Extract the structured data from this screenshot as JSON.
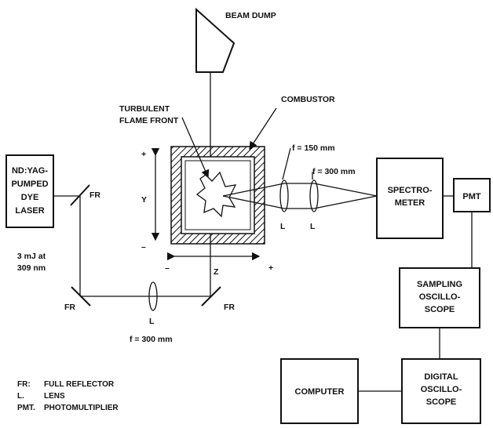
{
  "labels": {
    "beam_dump": "BEAM DUMP",
    "turbulent_1": "TURBULENT",
    "turbulent_2": "FLAME FRONT",
    "combustor": "COMBUSTOR",
    "f150": "f = 150 mm",
    "f300_top": "f = 300 mm",
    "f300_bottom": "f = 300 mm",
    "laser": [
      "ND:YAG-",
      "PUMPED",
      "DYE",
      "LASER"
    ],
    "laser_energy": [
      "3 mJ at",
      "309 nm"
    ],
    "spectrometer": [
      "SPECTRO-",
      "METER"
    ],
    "pmt": "PMT",
    "sampling": [
      "SAMPLING",
      "OSCILLO-",
      "SCOPE"
    ],
    "digital": [
      "DIGITAL",
      "OSCILLO-",
      "SCOPE"
    ],
    "computer": "COMPUTER",
    "fr": "FR",
    "l": "L",
    "y": "Y",
    "z": "Z",
    "plus": "+",
    "minus": "–"
  },
  "legend": [
    {
      "key": "FR:",
      "text": "FULL REFLECTOR"
    },
    {
      "key": "L.",
      "text": "LENS"
    },
    {
      "key": "PMT.",
      "text": "PHOTOMULTIPLIER"
    }
  ]
}
